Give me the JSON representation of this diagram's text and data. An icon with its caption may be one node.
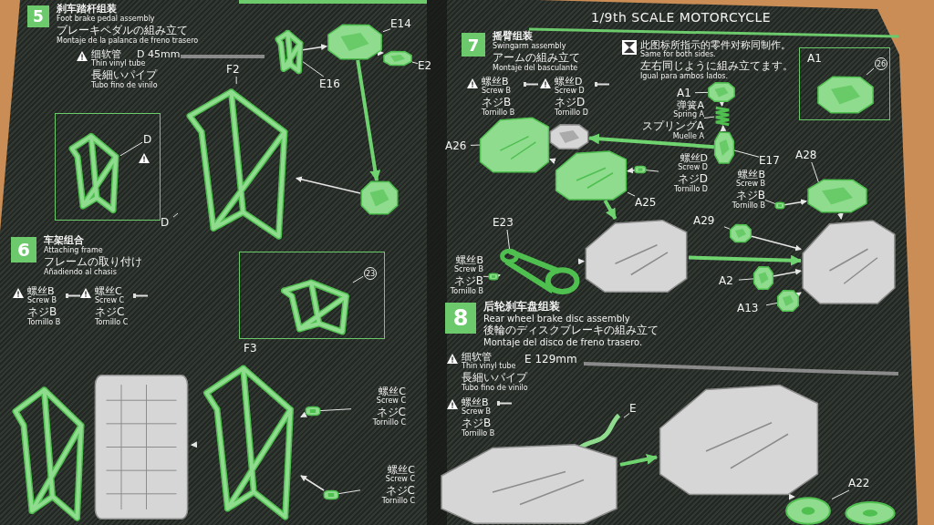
{
  "diagram": {
    "nodes": [
      {
        "text": [
          "5",
          "刹车踏杆组装",
          "Foot brake pedal assembly",
          "ブレーキペダルの組み立て",
          "Montaje de la palanca de freno trasero"
        ]
      },
      {
        "text": [
          "E14"
        ]
      },
      {
        "text": [],
        "shape": "picture"
      },
      {
        "text": [
          "E2"
        ]
      },
      {
        "text": [],
        "shape": "picture"
      },
      {
        "text": [
          "E16"
        ]
      },
      {
        "text": [],
        "shape": "picture"
      },
      {
        "text": [
          "F2"
        ]
      },
      {
        "text": [],
        "shape": "picture"
      },
      {
        "text": [],
        "shape": "box"
      },
      {
        "text": [
          "D"
        ],
        "in": 9
      },
      {
        "text": [],
        "shape": "picture",
        "in": 9
      },
      {
        "text": [
          "D"
        ]
      },
      {
        "text": [],
        "shape": "picture"
      },
      {
        "text": [
          "6",
          "车架组合",
          "Attaching frame",
          "フレームの取り付け",
          "Añadiendo al chasis"
        ]
      },
      {
        "text": [],
        "shape": "box",
        "beside": [
          "F3"
        ]
      },
      {
        "text": [
          "23"
        ],
        "in": 15
      },
      {
        "text": [],
        "shape": "picture",
        "in": 15
      },
      {
        "text": [],
        "shape": "picture"
      },
      {
        "text": [],
        "shape": "picture"
      },
      {
        "text": [],
        "shape": "picture"
      },
      {
        "text": [
          "螺丝C",
          "Screw C",
          "ネジC",
          "Tornillo C"
        ]
      },
      {
        "text": [],
        "shape": "picture"
      },
      {
        "text": [
          "螺丝C",
          "Screw C",
          "ネジC",
          "Tornillo C"
        ]
      },
      {
        "text": [],
        "shape": "picture"
      },
      {
        "text": [
          "7",
          "摇臂组装",
          "Swingarm assembly",
          "アームの組み立て",
          "Montaje del basculante"
        ]
      },
      {
        "text": [
          "A1"
        ]
      },
      {
        "text": [],
        "shape": "picture"
      },
      {
        "text": [
          "弹簧A",
          "Spring A",
          "スプリングA",
          "Muelle A"
        ]
      },
      {
        "text": [],
        "shape": "picture"
      },
      {
        "text": [
          "E17"
        ]
      },
      {
        "text": [],
        "shape": "picture"
      },
      {
        "text": [
          "A1"
        ]
      },
      {
        "text": [
          "26"
        ],
        "in": 32
      },
      {
        "text": [],
        "shape": "picture",
        "in": 32
      },
      {
        "text": [
          "A26"
        ]
      },
      {
        "text": [],
        "shape": "picture"
      },
      {
        "text": [],
        "shape": "picture"
      },
      {
        "text": [
          "A25"
        ]
      },
      {
        "text": [],
        "shape": "picture"
      },
      {
        "text": [
          "螺丝D",
          "Screw D",
          "ネジD",
          "Tornillo D"
        ]
      },
      {
        "text": [],
        "shape": "picture"
      },
      {
        "text": [
          "A28"
        ]
      },
      {
        "text": [],
        "shape": "picture"
      },
      {
        "text": [
          "螺丝B",
          "Screw B",
          "ネジB",
          "Tornillo B"
        ]
      },
      {
        "text": [],
        "shape": "picture"
      },
      {
        "text": [
          "E23"
        ]
      },
      {
        "text": [],
        "shape": "picture"
      },
      {
        "text": [
          "螺丝B",
          "Screw B",
          "ネジB",
          "Tornillo B"
        ]
      },
      {
        "text": [],
        "shape": "picture"
      },
      {
        "text": [],
        "shape": "picture"
      },
      {
        "text": [
          "A29"
        ]
      },
      {
        "text": [],
        "shape": "picture"
      },
      {
        "text": [
          "A2"
        ]
      },
      {
        "text": [],
        "shape": "picture"
      },
      {
        "text": [
          "A13"
        ]
      },
      {
        "text": [],
        "shape": "picture"
      },
      {
        "text": [],
        "shape": "picture"
      },
      {
        "text": [
          "8",
          "后轮刹车盘组装",
          "Rear wheel brake disc assembly",
          "後輪のディスクブレーキの組み立て",
          "Montaje del disco de freno trasero."
        ]
      },
      {
        "text": [
          "E"
        ]
      },
      {
        "text": [],
        "shape": "picture"
      },
      {
        "text": [],
        "shape": "picture"
      },
      {
        "text": [],
        "shape": "picture"
      },
      {
        "text": [
          "A22"
        ]
      },
      {
        "text": [],
        "shape": "picture"
      },
      {
        "text": [],
        "shape": "picture"
      }
    ],
    "edges": [
      {
        "from": 1,
        "to": 2,
        "arrow": "none"
      },
      {
        "from": 3,
        "to": 4,
        "arrow": "none"
      },
      {
        "from": 5,
        "to": 6,
        "arrow": "none"
      },
      {
        "from": 7,
        "to": 8,
        "arrow": "none"
      },
      {
        "from": 10,
        "to": 11,
        "arrow": "none"
      },
      {
        "from": 12,
        "to": 8,
        "arrow": "none"
      },
      {
        "from": 16,
        "to": 17,
        "arrow": "none"
      },
      {
        "from": 21,
        "to": 22,
        "arrow": "none"
      },
      {
        "from": 23,
        "to": 24,
        "arrow": "none"
      },
      {
        "from": 26,
        "to": 27,
        "arrow": "none"
      },
      {
        "from": 28,
        "to": 29,
        "arrow": "none"
      },
      {
        "from": 30,
        "to": 31,
        "arrow": "none"
      },
      {
        "from": 33,
        "to": 34,
        "arrow": "none"
      },
      {
        "from": 35,
        "to": 36,
        "arrow": "none"
      },
      {
        "from": 38,
        "to": 39,
        "arrow": "none"
      },
      {
        "from": 40,
        "to": 41,
        "arrow": "none"
      },
      {
        "from": 42,
        "to": 43,
        "arrow": "none"
      },
      {
        "from": 44,
        "to": 45,
        "arrow": "none"
      },
      {
        "from": 46,
        "to": 47,
        "arrow": "none"
      },
      {
        "from": 48,
        "to": 49,
        "arrow": "none"
      },
      {
        "from": 51,
        "to": 52,
        "arrow": "none"
      },
      {
        "from": 53,
        "to": 54,
        "arrow": "none"
      },
      {
        "from": 55,
        "to": 56,
        "arrow": "none"
      },
      {
        "from": 59,
        "to": 60,
        "arrow": "none"
      },
      {
        "from": 63,
        "to": 64,
        "arrow": "none"
      },
      {
        "from": 4,
        "to": 2,
        "arrow": "to"
      },
      {
        "from": 6,
        "to": 2,
        "arrow": "to"
      },
      {
        "from": 13,
        "to": 8,
        "arrow": "to"
      },
      {
        "from": 20,
        "to": 19,
        "arrow": "to"
      },
      {
        "from": 22,
        "to": 20,
        "arrow": "to"
      },
      {
        "from": 24,
        "to": 20,
        "arrow": "to"
      },
      {
        "from": 27,
        "to": 29,
        "arrow": "to"
      },
      {
        "from": 31,
        "to": 29,
        "arrow": "to"
      },
      {
        "from": 39,
        "to": 36,
        "arrow": "to"
      },
      {
        "from": 41,
        "to": 39,
        "arrow": "to"
      },
      {
        "from": 45,
        "to": 43,
        "arrow": "to"
      },
      {
        "from": 43,
        "to": 57,
        "arrow": "to"
      },
      {
        "from": 47,
        "to": 50,
        "arrow": "to"
      },
      {
        "from": 49,
        "to": 47,
        "arrow": "to"
      },
      {
        "from": 52,
        "to": 57,
        "arrow": "to"
      },
      {
        "from": 54,
        "to": 57,
        "arrow": "to"
      },
      {
        "from": 56,
        "to": 57,
        "arrow": "to"
      },
      {
        "from": 64,
        "to": 62,
        "arrow": "to"
      },
      {
        "from": 2,
        "to": 13,
        "arrow": "to",
        "style": "thick",
        "color": "#6fd46f"
      },
      {
        "from": 31,
        "to": 37,
        "arrow": "to",
        "style": "thick",
        "color": "#6fd46f"
      },
      {
        "from": 39,
        "to": 50,
        "arrow": "to",
        "style": "thick",
        "color": "#6fd46f"
      },
      {
        "from": 50,
        "to": 57,
        "arrow": "to",
        "style": "thick",
        "color": "#6fd46f"
      },
      {
        "from": 61,
        "to": 62,
        "arrow": "to",
        "style": "thick",
        "color": "#6fd46f"
      }
    ],
    "labels": [
      "细软管",
      "Thin vinyl tube",
      "長細いパイプ",
      "Tubo fino de vinilo",
      "D 45mm",
      "螺丝B",
      "Screw B",
      "ネジB",
      "Tornillo B",
      "螺丝C",
      "Screw C",
      "ネジC",
      "Tornillo C",
      "1/9th SCALE MOTORCYCLE",
      "螺丝B",
      "Screw B",
      "ネジB",
      "Tornillo B",
      "螺丝D",
      "Screw D",
      "ネジD",
      "Tornillo D",
      "此图标所指示的零件对称同制作。",
      "Same for both sides.",
      "左右同じように組み立てます。",
      "Igual para ambos lados.",
      "细软管",
      "Thin vinyl tube",
      "長細いパイプ",
      "Tubo fino de vinilo",
      "E 129mm",
      "螺丝B",
      "Screw B",
      "ネジB",
      "Tornillo B"
    ]
  }
}
